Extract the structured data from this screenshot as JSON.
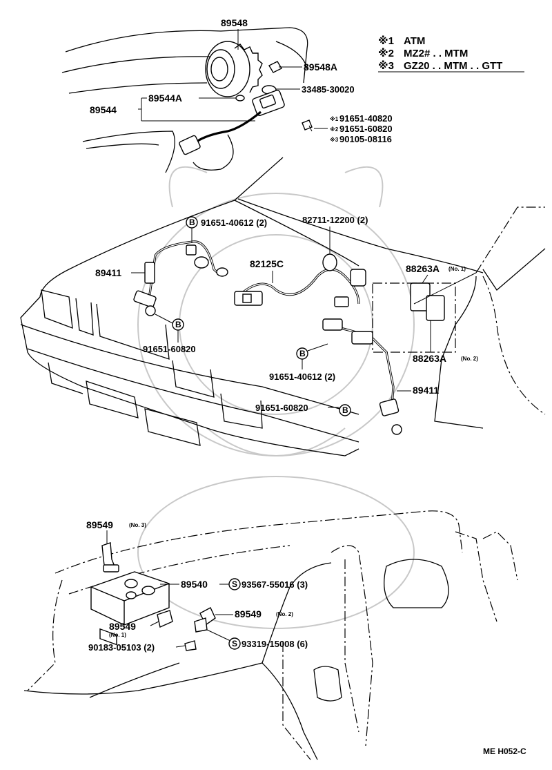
{
  "legend": {
    "line1_mark": "※1",
    "line1_text": "ATM",
    "line2_mark": "※2",
    "line2_text": "MZ2# . . MTM",
    "line3_mark": "※3",
    "line3_text": "GZ20 . . MTM . . GTT"
  },
  "parts": {
    "p89548": "89548",
    "p89548A": "89548A",
    "p33485": "33485-30020",
    "p89544": "89544",
    "p89544A": "89544A",
    "bolt1_mark": "※1",
    "bolt1": "91651-40820",
    "bolt2_mark": "※2",
    "bolt2": "91651-60820",
    "bolt3_mark": "※3",
    "bolt3": "90105-08116",
    "b_marker": "B",
    "p91651_40612_top": "91651-40612 (2)",
    "p82711": "82711-12200 (2)",
    "p89411_left": "89411",
    "p82125C": "82125C",
    "p88263A_no1": "88263A",
    "no1": "(No. 1)",
    "p91651_60820_left": "91651-60820",
    "p88263A_no2": "88263A",
    "no2": "(No. 2)",
    "p91651_40612_mid": "91651-40612 (2)",
    "p89411_right": "89411",
    "p91651_60820_bottom": "91651-60820",
    "p89549_no3": "89549",
    "no3": "(No. 3)",
    "p89540": "89540",
    "s_marker": "S",
    "p93567": "93567-55016 (3)",
    "p89549_no2": "89549",
    "p89549_no1": "89549",
    "p90183": "90183-05103 (2)",
    "p93319": "93319-15008 (6)"
  },
  "diagram_ref": "ME H052-C"
}
